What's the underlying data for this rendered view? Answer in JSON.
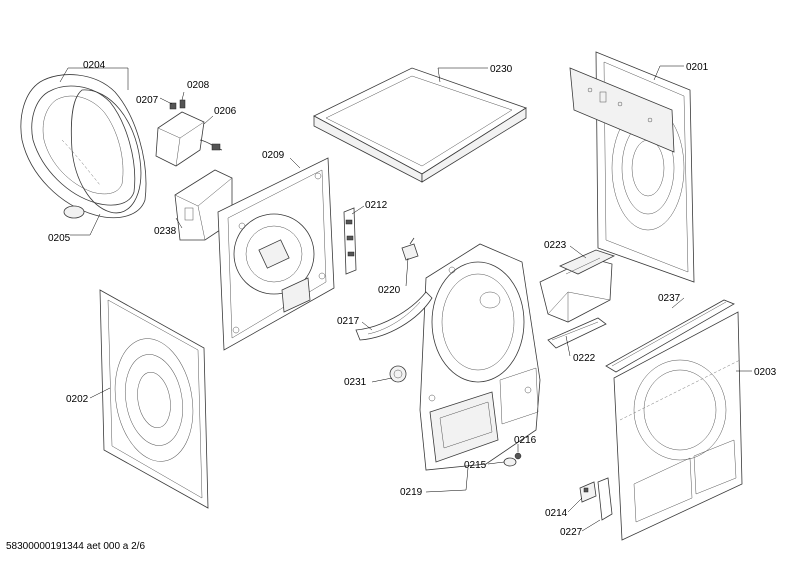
{
  "labels": {
    "l0204": "0204",
    "l0205": "0205",
    "l0207": "0207",
    "l0208": "0208",
    "l0206": "0206",
    "l0238": "0238",
    "l0209": "0209",
    "l0230": "0230",
    "l0201": "0201",
    "l0212": "0212",
    "l0220": "0220",
    "l0223": "0223",
    "l0237": "0237",
    "l0217": "0217",
    "l0222": "0222",
    "l0202": "0202",
    "l0231": "0231",
    "l0203": "0203",
    "l0216": "0216",
    "l0215": "0215",
    "l0219": "0219",
    "l0214": "0214",
    "l0227": "0227"
  },
  "footer": {
    "doc_id": "58300000191344 aet 000 a 2/6"
  }
}
